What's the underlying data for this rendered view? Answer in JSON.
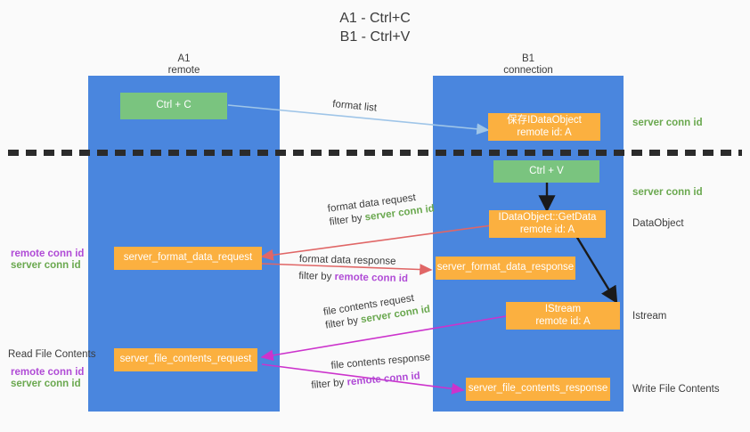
{
  "title": {
    "line1": "A1 - Ctrl+C",
    "line2": "B1 - Ctrl+V"
  },
  "lanes": [
    {
      "id": "a1",
      "name": "A1",
      "sub": "remote",
      "color": "#4a86de"
    },
    {
      "id": "b1",
      "name": "B1",
      "sub": "connection",
      "color": "#4a86de"
    }
  ],
  "colors": {
    "lane": "#4a86de",
    "green_node": "#7ac47f",
    "orange_node": "#fbb040",
    "green_text": "#6aa84f",
    "purple_text": "#b04bd6",
    "arrow_blue": "#9fc5e8",
    "arrow_red": "#e06666",
    "arrow_magenta": "#cc33cc",
    "arrow_black": "#1a1a1a",
    "divider": "#2b2b2b",
    "background": "#fafafa"
  },
  "nodes": {
    "ctrl_c": {
      "label": "Ctrl + C",
      "kind": "green"
    },
    "save_idataobject": {
      "line1": "保存IDataObject",
      "line2": "remote id: A",
      "kind": "orange"
    },
    "ctrl_v": {
      "label": "Ctrl + V",
      "kind": "green"
    },
    "getdata": {
      "line1": "IDataObject::GetData",
      "line2": "remote id: A",
      "kind": "orange"
    },
    "server_format_data_request": {
      "label": "server_format_data_request",
      "kind": "orange"
    },
    "server_format_data_response": {
      "label": "server_format_data_response",
      "kind": "orange"
    },
    "istream": {
      "line1": "IStream",
      "line2": "remote id: A",
      "kind": "orange"
    },
    "server_file_contents_request": {
      "label": "server_file_contents_request",
      "kind": "orange"
    },
    "server_file_contents_response": {
      "label": "server_file_contents_response",
      "kind": "orange"
    }
  },
  "edge_labels": {
    "format_list": "format list",
    "format_data_request": "format data request",
    "format_data_request_filter_prefix": "filter by ",
    "format_data_request_filter_value": "server conn id",
    "format_data_response": "format data response",
    "format_data_response_filter_prefix": "filter by ",
    "format_data_response_filter_value": "remote conn id",
    "file_contents_request": "file contents request",
    "file_contents_request_filter_prefix": "filter by ",
    "file_contents_request_filter_value": "server conn id",
    "file_contents_response": "file contents response",
    "file_contents_response_filter_prefix": "filter by ",
    "file_contents_response_filter_value": "remote conn id"
  },
  "right_annotations": [
    {
      "id": "server-conn-id-top",
      "text": "server conn id",
      "style": "green"
    },
    {
      "id": "server-conn-id-second",
      "text": "server conn id",
      "style": "green"
    },
    {
      "id": "dataobject",
      "text": "DataObject",
      "style": "dark"
    },
    {
      "id": "istream",
      "text": "Istream",
      "style": "dark"
    },
    {
      "id": "write-file-contents",
      "text": "Write File Contents",
      "style": "dark"
    }
  ],
  "left_annotations": [
    {
      "id": "format-remote-conn-id",
      "text": "remote conn id",
      "style": "purple"
    },
    {
      "id": "format-server-conn-id",
      "text": "server conn id",
      "style": "green"
    },
    {
      "id": "read-file-contents",
      "text": "Read File Contents",
      "style": "dark"
    },
    {
      "id": "file-remote-conn-id",
      "text": "remote conn id",
      "style": "purple"
    },
    {
      "id": "file-server-conn-id",
      "text": "server conn id",
      "style": "green"
    }
  ]
}
